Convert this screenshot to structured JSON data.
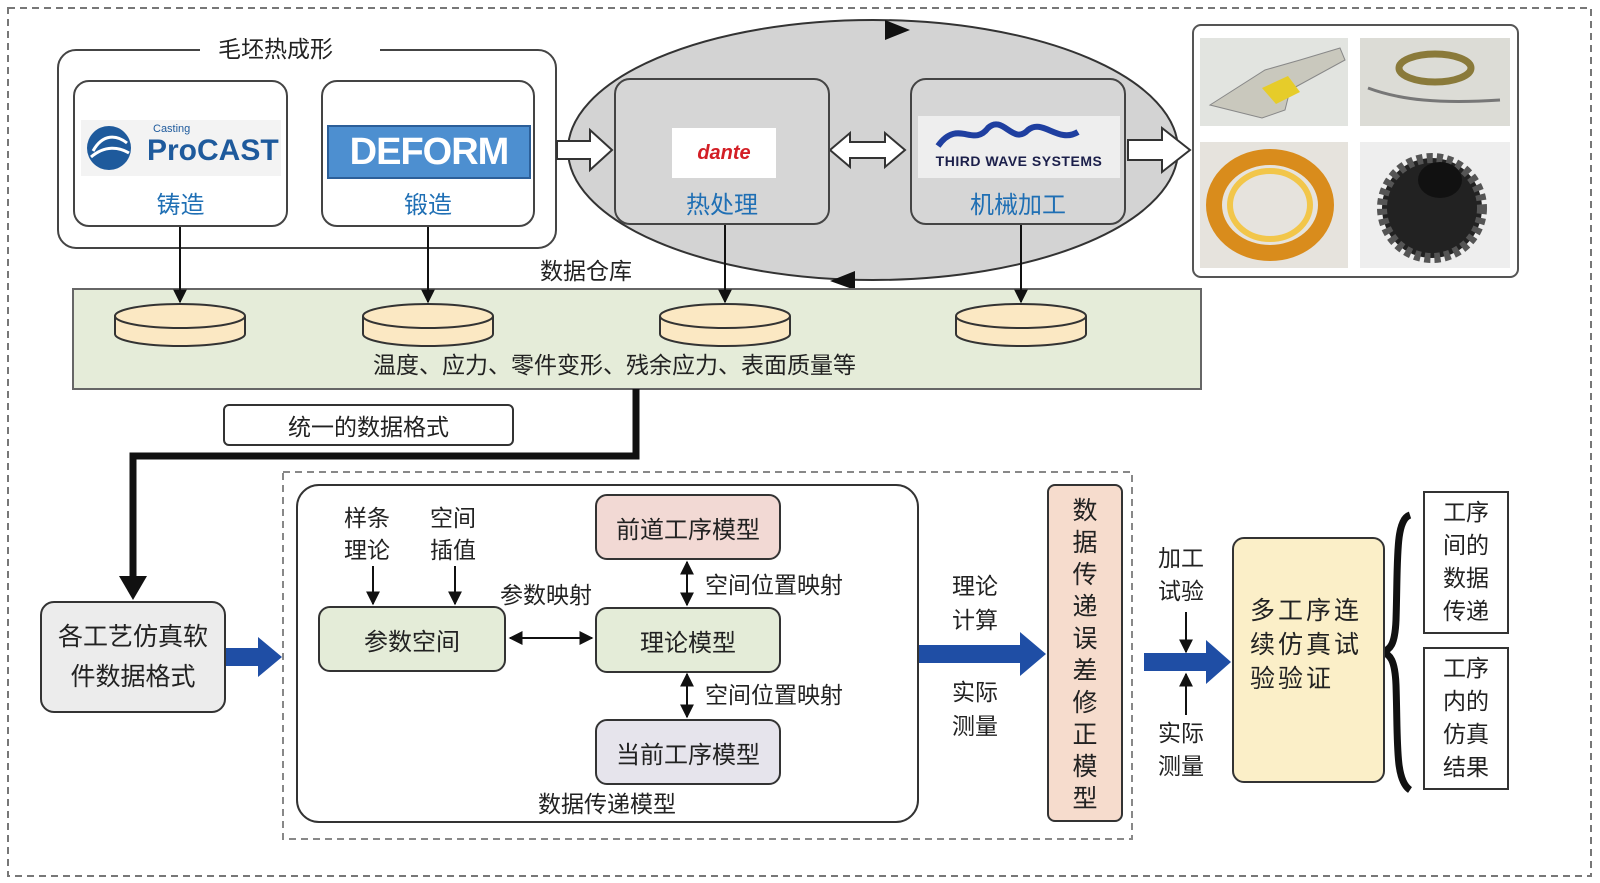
{
  "blank_forming_title": "毛坯热成形",
  "processes": [
    {
      "label": "铸造",
      "logo_text": "ProCAST",
      "logo_sub": "Casting",
      "logo_icon": "procast-logo"
    },
    {
      "label": "锻造",
      "logo_text": "DEFORM",
      "logo_icon": "deform-logo"
    },
    {
      "label": "热处理",
      "logo_text": "dante",
      "logo_icon": "dante-logo"
    },
    {
      "label": "机械加工",
      "logo_text": "THIRD WAVE SYSTEMS",
      "logo_icon": "third-wave-logo"
    }
  ],
  "warehouse": {
    "title": "数据仓库",
    "desc": "温度、应力、零件变形、残余应力、表面质量等"
  },
  "unified_format": "统一的数据格式",
  "software_format_lines": [
    "各工艺仿真软",
    "件数据格式"
  ],
  "transfer_model": {
    "title": "数据传递模型",
    "spline_lines": [
      "样条",
      "理论"
    ],
    "interp_lines": [
      "空间",
      "插值"
    ],
    "param_map": "参数映射",
    "param_space": "参数空间",
    "prev_model": "前道工序模型",
    "theory_model": "理论模型",
    "current_model": "当前工序模型",
    "pos_map_top": "空间位置映射",
    "pos_map_bottom": "空间位置映射"
  },
  "theory_calc_lines": [
    "理论",
    "计算"
  ],
  "actual_measure_lines": [
    "实际",
    "测量"
  ],
  "error_model_chars": [
    "数",
    "据",
    "传",
    "递",
    "误",
    "差",
    "修",
    "正",
    "模",
    "型"
  ],
  "machining_test_lines": [
    "加工",
    "试验"
  ],
  "actual_measure2_lines": [
    "实际",
    "测量"
  ],
  "verification_lines": [
    "多工序连",
    "续仿真试",
    "验验证"
  ],
  "result_top_lines": [
    "工序",
    "间的",
    "数据",
    "传递"
  ],
  "result_bottom_lines": [
    "工序",
    "内的",
    "仿真",
    "结果"
  ],
  "colors": {
    "warehouse_bg": "#e5ecd9",
    "ellipse_bg": "#d3d3d3",
    "disk_fill": "#fbe8c3",
    "prev_model_bg": "#f2d9d4",
    "theory_bg": "#e4ecd8",
    "current_bg": "#e6e4ec",
    "error_bg": "#f6dccd",
    "verification_bg": "#fbefc8",
    "arrow_blue": "#1f4ea5",
    "label_blue": "#1f6fb4"
  }
}
